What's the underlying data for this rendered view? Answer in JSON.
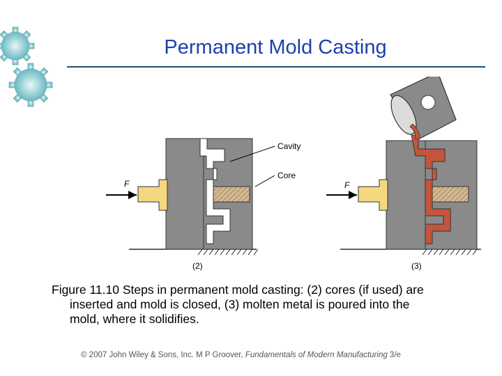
{
  "slide": {
    "title": "Permanent Mold Casting",
    "figure": {
      "left_panel": {
        "label": "(2)",
        "force_label": "F",
        "callouts": [
          "Cavity",
          "Core"
        ]
      },
      "right_panel": {
        "label": "(3)",
        "force_label": "F"
      }
    },
    "caption": {
      "lines": [
        "Figure 11.10  Steps in permanent mold casting: (2) cores (if used) are",
        "inserted and mold is closed, (3) molten metal is poured into the",
        "mold, where it solidifies."
      ]
    },
    "footer": {
      "prefix": "© 2007 John Wiley & Sons, Inc.  M P Groover, ",
      "book": "Fundamentals of Modern Manufacturing",
      "suffix": " 3/e"
    }
  },
  "colors": {
    "title": "#1e3fae",
    "rule": "#1e4f73",
    "mold": "#8a8a8a",
    "molten": "#c4553d",
    "yellow_part": "#f4d77e",
    "core": "#c9b089",
    "gear": "#7fc7cf"
  }
}
